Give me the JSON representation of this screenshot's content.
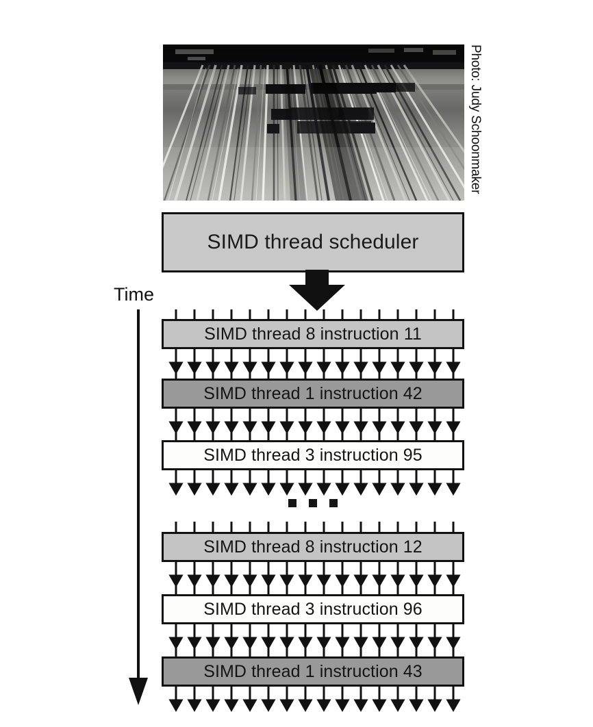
{
  "figure": {
    "photo_credit": "Photo: Judy Schoonmaker",
    "photo_alt": "loom-warp-threads-photo",
    "time_label": "Time",
    "scheduler": {
      "label": "SIMD thread scheduler",
      "fill": "#c8c8c8"
    },
    "lane_count": 16,
    "colors": {
      "light_gray": "#c4c4c4",
      "dark_gray": "#999999",
      "white": "#fdfdfb",
      "stroke": "#111111"
    },
    "ellipsis": "• • •",
    "rows": [
      {
        "label": "SIMD thread 8 instruction 11",
        "thread": "8",
        "instruction": "11",
        "shade": "light"
      },
      {
        "label": "SIMD thread 1 instruction 42",
        "thread": "1",
        "instruction": "42",
        "shade": "dark"
      },
      {
        "label": "SIMD thread 3 instruction 95",
        "thread": "3",
        "instruction": "95",
        "shade": "white"
      },
      {
        "label": "SIMD thread 8 instruction 12",
        "thread": "8",
        "instruction": "12",
        "shade": "light"
      },
      {
        "label": "SIMD thread 3 instruction 96",
        "thread": "3",
        "instruction": "96",
        "shade": "white"
      },
      {
        "label": "SIMD thread 1 instruction 43",
        "thread": "1",
        "instruction": "43",
        "shade": "dark"
      }
    ]
  }
}
